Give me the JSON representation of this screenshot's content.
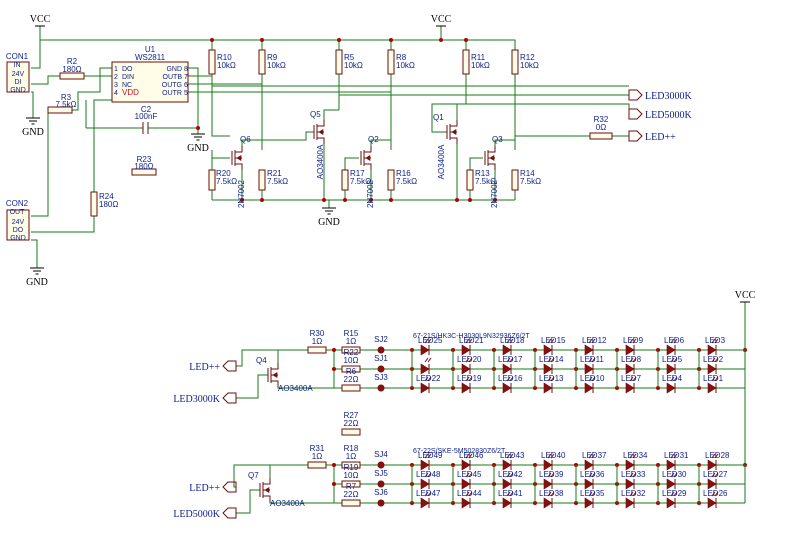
{
  "power": {
    "vcc": "VCC",
    "gnd": "GND"
  },
  "connectors": {
    "con1": {
      "ref": "CON1",
      "label": "IN",
      "pins": [
        "24V",
        "DI",
        "GND"
      ]
    },
    "con2": {
      "ref": "CON2",
      "label": "OUT",
      "pins": [
        "24V",
        "DO",
        "GND"
      ]
    }
  },
  "ic": {
    "ref": "U1",
    "part": "WS2811",
    "left_pins": [
      "DO",
      "DIN",
      "NC",
      "VDD"
    ],
    "right_pins": [
      "GND",
      "OUTB",
      "OUTG",
      "OUTR"
    ],
    "left_nums": [
      "1",
      "2",
      "3",
      "4"
    ],
    "right_nums": [
      "8",
      "7",
      "6",
      "5"
    ]
  },
  "top_parts": [
    {
      "id": "r2",
      "ref": "R2",
      "value": "180Ω"
    },
    {
      "id": "r3",
      "ref": "R3",
      "value": "7.5kΩ"
    },
    {
      "id": "c2",
      "ref": "C2",
      "value": "100nF"
    },
    {
      "id": "r23",
      "ref": "R23",
      "value": "180Ω"
    },
    {
      "id": "r24",
      "ref": "R24",
      "value": "180Ω"
    },
    {
      "id": "r10",
      "ref": "R10",
      "value": "10kΩ"
    },
    {
      "id": "r9",
      "ref": "R9",
      "value": "10kΩ"
    },
    {
      "id": "r5",
      "ref": "R5",
      "value": "10kΩ"
    },
    {
      "id": "r8",
      "ref": "R8",
      "value": "10kΩ"
    },
    {
      "id": "r11",
      "ref": "R11",
      "value": "10kΩ"
    },
    {
      "id": "r12",
      "ref": "R12",
      "value": "10kΩ"
    },
    {
      "id": "r20",
      "ref": "R20",
      "value": "7.5kΩ"
    },
    {
      "id": "r21",
      "ref": "R21",
      "value": "7.5kΩ"
    },
    {
      "id": "r17",
      "ref": "R17",
      "value": "7.5kΩ"
    },
    {
      "id": "r16",
      "ref": "R16",
      "value": "7.5kΩ"
    },
    {
      "id": "r13",
      "ref": "R13",
      "value": "7.5kΩ"
    },
    {
      "id": "r14",
      "ref": "R14",
      "value": "7.5kΩ"
    },
    {
      "id": "r32",
      "ref": "R32",
      "value": "0Ω"
    }
  ],
  "transistors": {
    "q6": {
      "ref": "Q6",
      "part": "2N7002"
    },
    "q5": {
      "ref": "Q5",
      "part": "AO3400A"
    },
    "q2": {
      "ref": "Q2",
      "part": "2N7002"
    },
    "q1": {
      "ref": "Q1",
      "part": "AO3400A"
    },
    "q3": {
      "ref": "Q3",
      "part": "2N7002"
    },
    "q4": {
      "ref": "Q4",
      "part": "AO3400A"
    },
    "q7": {
      "ref": "Q7",
      "part": "AO3400A"
    }
  },
  "nets": {
    "led3000k": "LED3000K",
    "led5000k": "LED5000K",
    "ledpp": "LED++"
  },
  "group1": {
    "part_label": "67-21S/HK3C-H3030L9N32936Z6/2T",
    "resistors": [
      {
        "ref": "R30",
        "value": "1Ω"
      },
      {
        "ref": "R15",
        "value": "1Ω"
      },
      {
        "ref": "R22",
        "value": "10Ω"
      },
      {
        "ref": "R6",
        "value": "22Ω"
      }
    ],
    "jumpers": [
      "SJ2",
      "SJ1",
      "SJ3"
    ],
    "rows": [
      [
        "LED25",
        "LED21",
        "LED18",
        "LED15",
        "LED12",
        "LED9",
        "LED6",
        "LED3"
      ],
      [
        "",
        "LED20",
        "LED17",
        "LED14",
        "LED11",
        "LED8",
        "LED5",
        "LED2"
      ],
      [
        "LED22",
        "LED19",
        "LED16",
        "LED13",
        "LED10",
        "LED7",
        "LED4",
        "LED1"
      ]
    ]
  },
  "r27": {
    "ref": "R27",
    "value": "22Ω"
  },
  "group2": {
    "part_label": "67-22S/SKE-5M502830Z6/2T",
    "resistors": [
      {
        "ref": "R31",
        "value": "1Ω"
      },
      {
        "ref": "R18",
        "value": "1Ω"
      },
      {
        "ref": "R19",
        "value": "10Ω"
      },
      {
        "ref": "R7",
        "value": "22Ω"
      }
    ],
    "jumpers": [
      "SJ4",
      "SJ5",
      "SJ6"
    ],
    "rows": [
      [
        "LED49",
        "LED46",
        "LED43",
        "LED40",
        "LED37",
        "LED34",
        "LED31",
        "LED28"
      ],
      [
        "LED48",
        "LED45",
        "LED42",
        "LED39",
        "LED36",
        "LED33",
        "LED30",
        "LED27"
      ],
      [
        "LED47",
        "LED44",
        "LED41",
        "LED38",
        "LED35",
        "LED32",
        "LED29",
        "LED26"
      ]
    ]
  }
}
